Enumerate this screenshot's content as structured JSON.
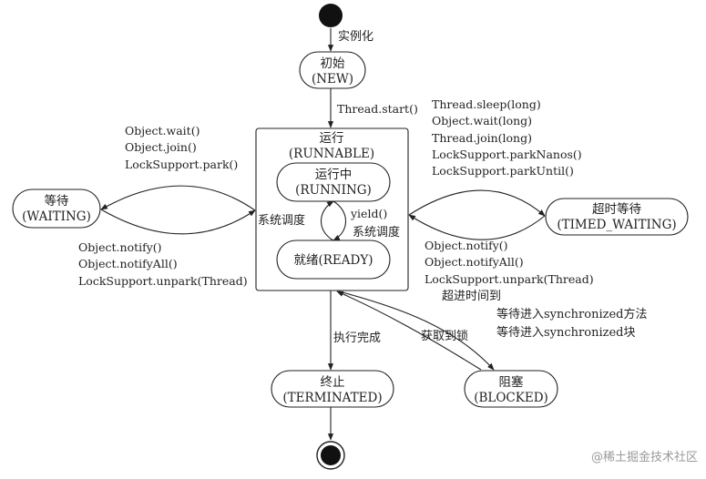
{
  "nodes": {
    "new": {
      "line1": "初始",
      "line2": "(NEW)"
    },
    "runnable": {
      "line1": "运行",
      "line2": "(RUNNABLE)"
    },
    "running": {
      "line1": "运行中",
      "line2": "(RUNNING)"
    },
    "ready": {
      "line1": "就绪(READY)"
    },
    "waiting": {
      "line1": "等待",
      "line2": "(WAITING)"
    },
    "timed_waiting": {
      "line1": "超时等待",
      "line2": "(TIMED_WAITING)"
    },
    "terminated": {
      "line1": "终止",
      "line2": "(TERMINATED)"
    },
    "blocked": {
      "line1": "阻塞",
      "line2": "(BLOCKED)"
    }
  },
  "edges": {
    "instantiate": "实例化",
    "thread_start": "Thread.start()",
    "to_waiting": [
      "Object.wait()",
      "Object.join()",
      "LockSupport.park()"
    ],
    "from_waiting": [
      "Object.notify()",
      "Object.notifyAll()",
      "LockSupport.unpark(Thread)"
    ],
    "to_timed": [
      "Thread.sleep(long)",
      "Object.wait(long)",
      "Thread.join(long)",
      "LockSupport.parkNanos()",
      "LockSupport.parkUntil()"
    ],
    "from_timed": [
      "Object.notify()",
      "Object.notifyAll()",
      "LockSupport.unpark(Thread)"
    ],
    "timeout": "超进时间到",
    "yield": "yield()",
    "sched_left": "系统调度",
    "sched_right": "系统调度",
    "finish": "执行完成",
    "acquire_lock": "获取到锁",
    "enter_sync": [
      "等待进入synchronized方法",
      "等待进入synchronized块"
    ]
  },
  "watermark": "@稀土掘金技术社区"
}
